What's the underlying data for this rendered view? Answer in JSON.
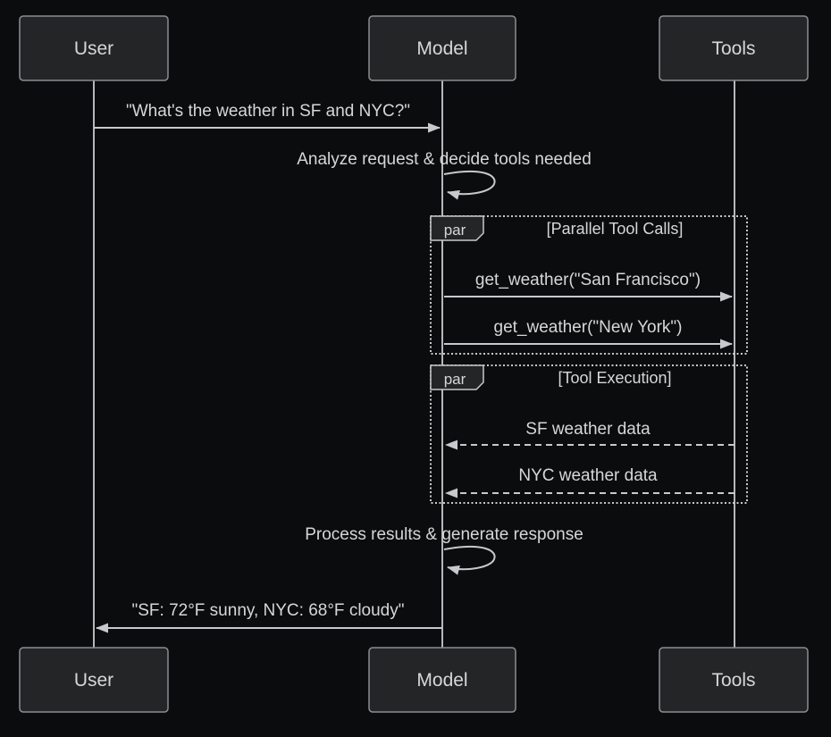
{
  "diagram": {
    "type": "sequence",
    "actors": [
      {
        "label": "User"
      },
      {
        "label": "Model"
      },
      {
        "label": "Tools"
      }
    ],
    "fragments": [
      {
        "keyword": "par",
        "title": "[Parallel Tool Calls]"
      },
      {
        "keyword": "par",
        "title": "[Tool Execution]"
      }
    ],
    "messages": [
      {
        "from": "User",
        "to": "Model",
        "style": "solid",
        "text": "\"What's the weather in SF and NYC?\""
      },
      {
        "from": "Model",
        "to": "Model",
        "style": "self",
        "text": "Analyze request & decide tools needed"
      },
      {
        "from": "Model",
        "to": "Tools",
        "style": "solid",
        "fragment": 0,
        "text": "get_weather(\"San Francisco\")"
      },
      {
        "from": "Model",
        "to": "Tools",
        "style": "solid",
        "fragment": 0,
        "text": "get_weather(\"New York\")"
      },
      {
        "from": "Tools",
        "to": "Model",
        "style": "dashed",
        "fragment": 1,
        "text": "SF weather data"
      },
      {
        "from": "Tools",
        "to": "Model",
        "style": "dashed",
        "fragment": 1,
        "text": "NYC weather data"
      },
      {
        "from": "Model",
        "to": "Model",
        "style": "self",
        "text": "Process results & generate response"
      },
      {
        "from": "Model",
        "to": "User",
        "style": "solid",
        "text": "\"SF: 72°F sunny, NYC: 68°F cloudy\""
      }
    ],
    "colors": {
      "background": "#0b0c0d",
      "actor_fill": "#232527",
      "actor_border": "#8b8f92",
      "line": "#c7cacc",
      "lifeline": "#b4b8ba",
      "text": "#d5d7d8"
    }
  }
}
